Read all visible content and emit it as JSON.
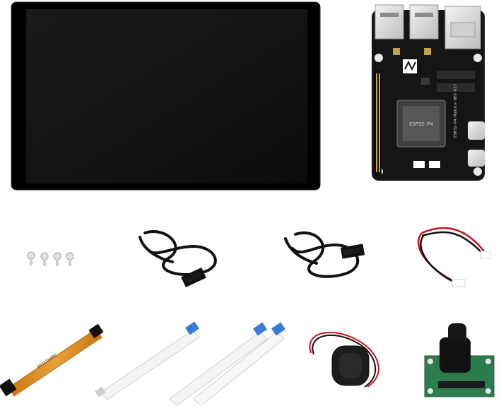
{
  "scene": {
    "background": "#ffffff",
    "items": [
      {
        "name": "touch-display-panel",
        "color": "#000000"
      },
      {
        "name": "esp32-p4-dev-board",
        "color": "#1b1b1b",
        "silkscreen": "ESP32-P4-Module-DEV-KIT",
        "module_label": "ESP32-P4"
      },
      {
        "name": "mounting-screws",
        "count": 4
      },
      {
        "name": "usb-a-to-usb-c-cable-1",
        "color": "#111111"
      },
      {
        "name": "usb-a-to-usb-c-cable-2",
        "color": "#111111"
      },
      {
        "name": "speaker-wire-connector",
        "wire_colors": [
          "#c8161e",
          "#111111"
        ]
      },
      {
        "name": "orange-fpc-cable",
        "color": "#e79a2b"
      },
      {
        "name": "white-ffc-cable-1",
        "color": "#f4f4f4",
        "tip_color": "#3a7bd5"
      },
      {
        "name": "white-ffc-cable-2",
        "color": "#f4f4f4",
        "tip_color": "#3a7bd5"
      },
      {
        "name": "speaker",
        "color": "#1d1d1d"
      },
      {
        "name": "camera-module",
        "color": "#2b7d4f"
      }
    ]
  }
}
